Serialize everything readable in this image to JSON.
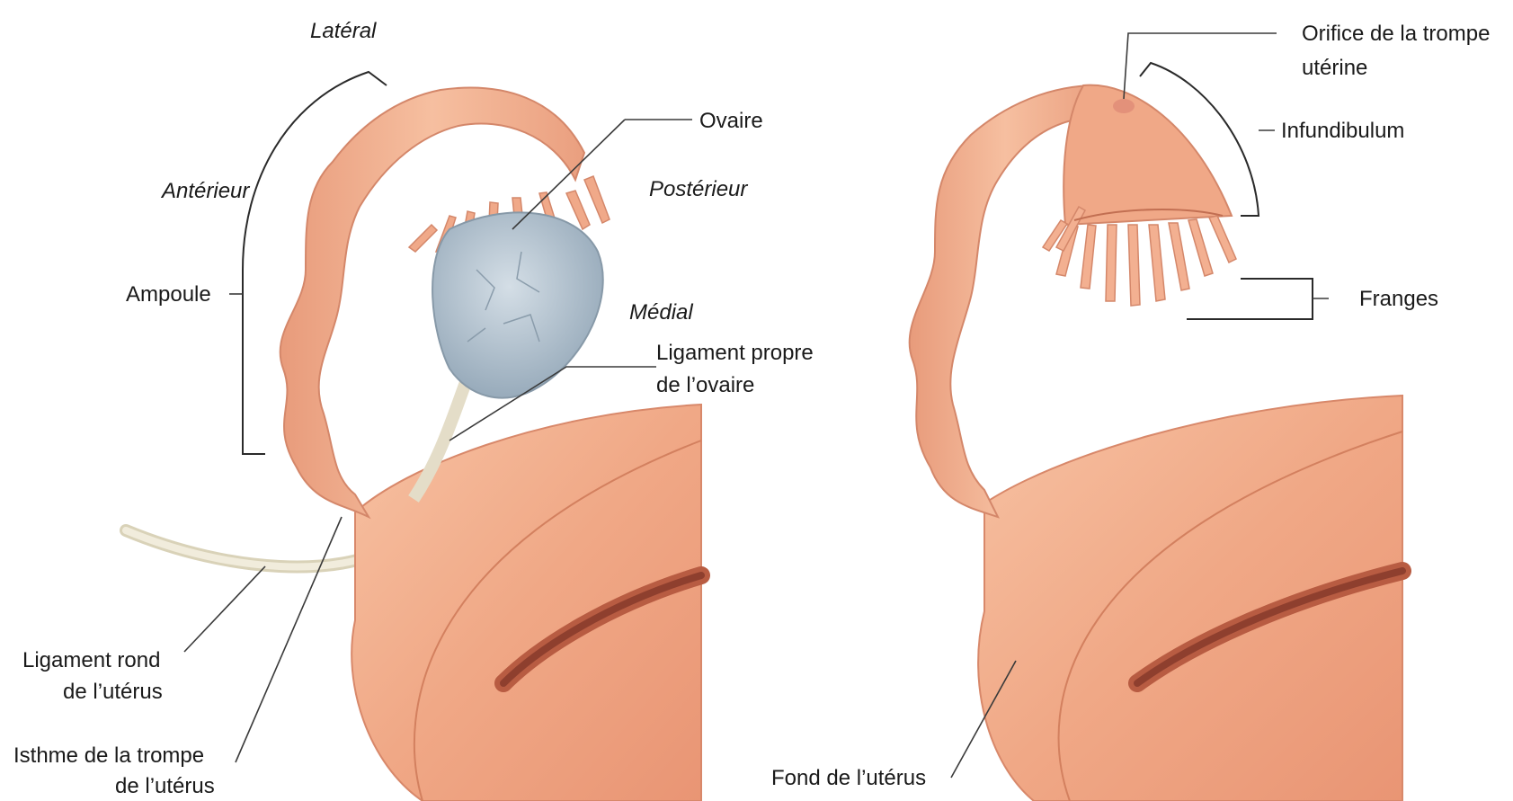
{
  "left_panel": {
    "orientation": {
      "lateral": "Latéral",
      "anterior": "Antérieur",
      "posterior": "Postérieur",
      "medial": "Médial"
    },
    "labels": {
      "ovaire": "Ovaire",
      "ampoule": "Ampoule",
      "ligament_propre_l1": "Ligament propre",
      "ligament_propre_l2": "de l’ovaire",
      "ligament_rond_l1": "Ligament rond",
      "ligament_rond_l2": "de l’utérus",
      "isthme_l1": "Isthme de la trompe",
      "isthme_l2": "de l’utérus"
    }
  },
  "right_panel": {
    "labels": {
      "orifice_l1": "Orifice de la trompe",
      "orifice_l2": "utérine",
      "infundibulum": "Infundibulum",
      "franges": "Franges",
      "fond": "Fond de l’utérus"
    }
  },
  "colors": {
    "tissue": "#f2b08f",
    "tissue_dark": "#d98466",
    "tissue_light": "#f9cdb4",
    "ovary": "#b8c6d2",
    "ligament": "#e7e2cf"
  }
}
